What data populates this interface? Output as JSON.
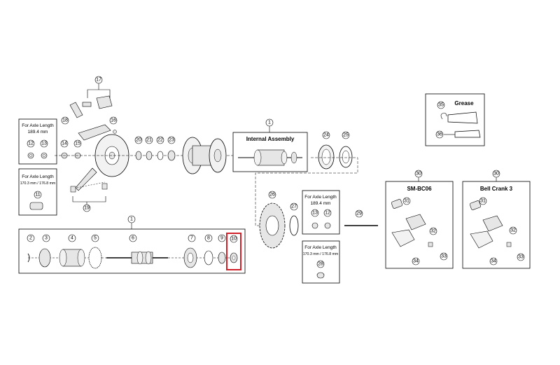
{
  "labels": {
    "axle_length": "For Axle Length",
    "mm_189": "189.4 mm",
    "mm_170": "170.3 mm / 176.8 mm",
    "internal_assembly": "Internal Assembly",
    "grease": "Grease",
    "sm_bc06": "SM-BC06",
    "bell_crank": "Bell Crank 3"
  },
  "parts": {
    "p1": "1",
    "p2": "2",
    "p3": "3",
    "p4": "4",
    "p5": "5",
    "p6": "6",
    "p7": "7",
    "p8": "8",
    "p9": "9",
    "p10": "10",
    "p11": "11",
    "p12": "12",
    "p13": "13",
    "p14": "14",
    "p15": "15",
    "p16": "16",
    "p17": "17",
    "p18": "18",
    "p19": "19",
    "p20": "20",
    "p21": "21",
    "p22": "22",
    "p23": "23",
    "p24": "24",
    "p25": "25",
    "p26": "26",
    "p27": "27",
    "p28": "28",
    "p29": "29",
    "p30": "30",
    "p31": "31",
    "p32": "32",
    "p33": "33",
    "p34": "34",
    "p35": "35",
    "p36": "36"
  },
  "colors": {
    "highlight": "#d0202a",
    "line": "#000000",
    "part_fill": "#e6e6e6"
  }
}
